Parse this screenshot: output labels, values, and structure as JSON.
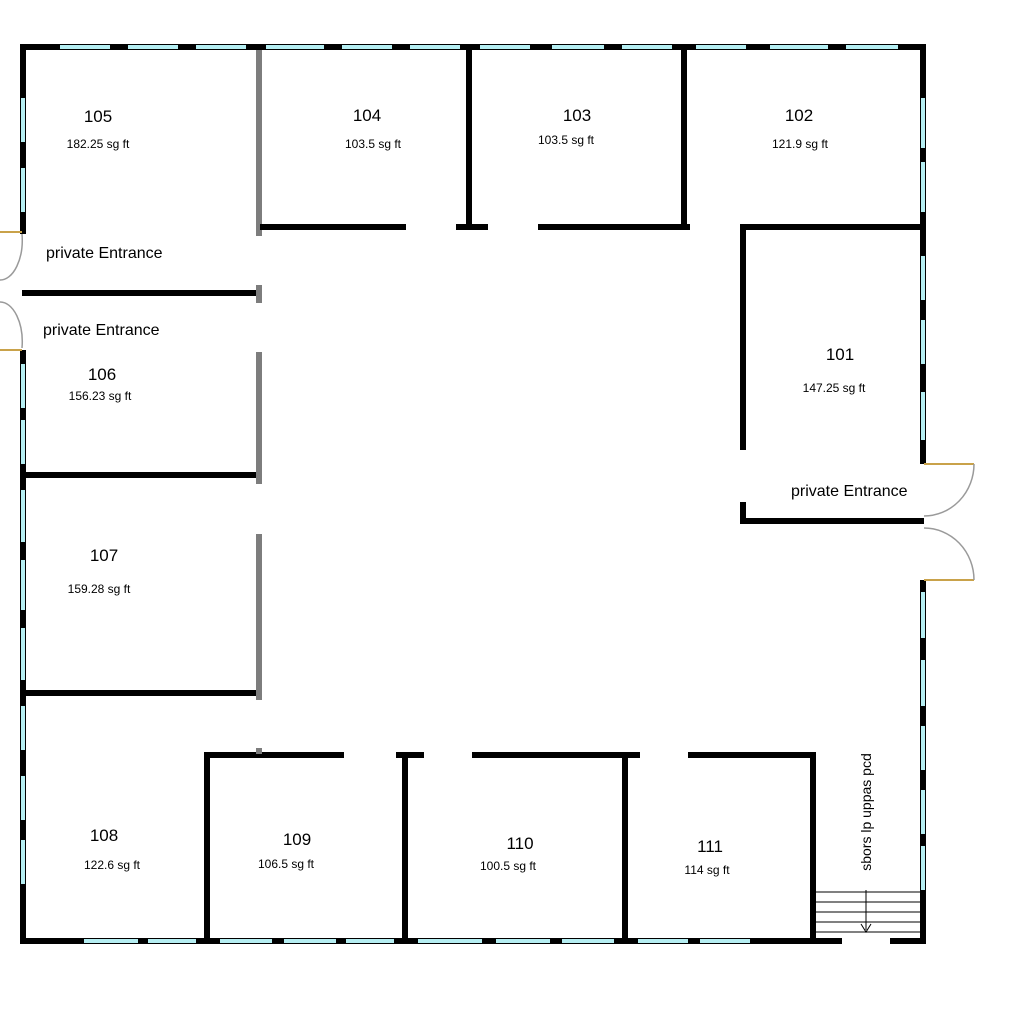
{
  "rooms": [
    {
      "number": "105",
      "area": "182.25 sg ft"
    },
    {
      "number": "104",
      "area": "103.5 sg ft"
    },
    {
      "number": "103",
      "area": "103.5 sg ft"
    },
    {
      "number": "102",
      "area": "121.9 sg ft"
    },
    {
      "number": "101",
      "area": "147.25 sg ft"
    },
    {
      "number": "106",
      "area": "156.23 sg ft"
    },
    {
      "number": "107",
      "area": "159.28 sg ft"
    },
    {
      "number": "108",
      "area": "122.6 sg ft"
    },
    {
      "number": "109",
      "area": "106.5 sg ft"
    },
    {
      "number": "110",
      "area": "100.5 sg ft"
    },
    {
      "number": "111",
      "area": "114 sg ft"
    }
  ],
  "entrances": [
    {
      "label": "private Entrance"
    },
    {
      "label": "private Entrance"
    },
    {
      "label": "private Entrance"
    }
  ],
  "stairs_label": "sbors lp uppas pcd",
  "colors": {
    "wall": "#000000",
    "partition": "#7d7d7d",
    "window": "#b5eef2",
    "door_swing": "#9a9a9a",
    "door_leaf": "#c9a24a"
  }
}
